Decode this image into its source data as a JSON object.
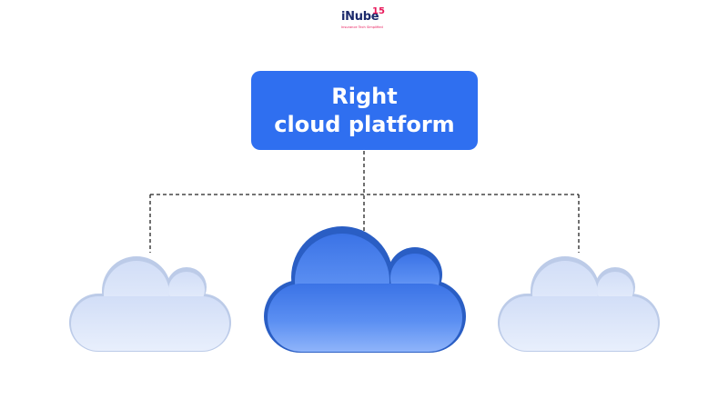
{
  "logo": {
    "wordmark": "iNube",
    "badge": "15",
    "tagline": "Insurance Tech Simplified"
  },
  "central_node": {
    "label": "Right\ncloud platform"
  },
  "clouds": [
    {
      "name": "left",
      "style": "light"
    },
    {
      "name": "center",
      "style": "highlighted"
    },
    {
      "name": "right",
      "style": "light"
    }
  ],
  "colors": {
    "title_box": "#2f6ff0",
    "highlight_cloud": "#4f86f0",
    "light_cloud": "#dfe8fb",
    "connector": "#222222",
    "brand_navy": "#1c2a6b",
    "brand_pink": "#e8185a"
  }
}
